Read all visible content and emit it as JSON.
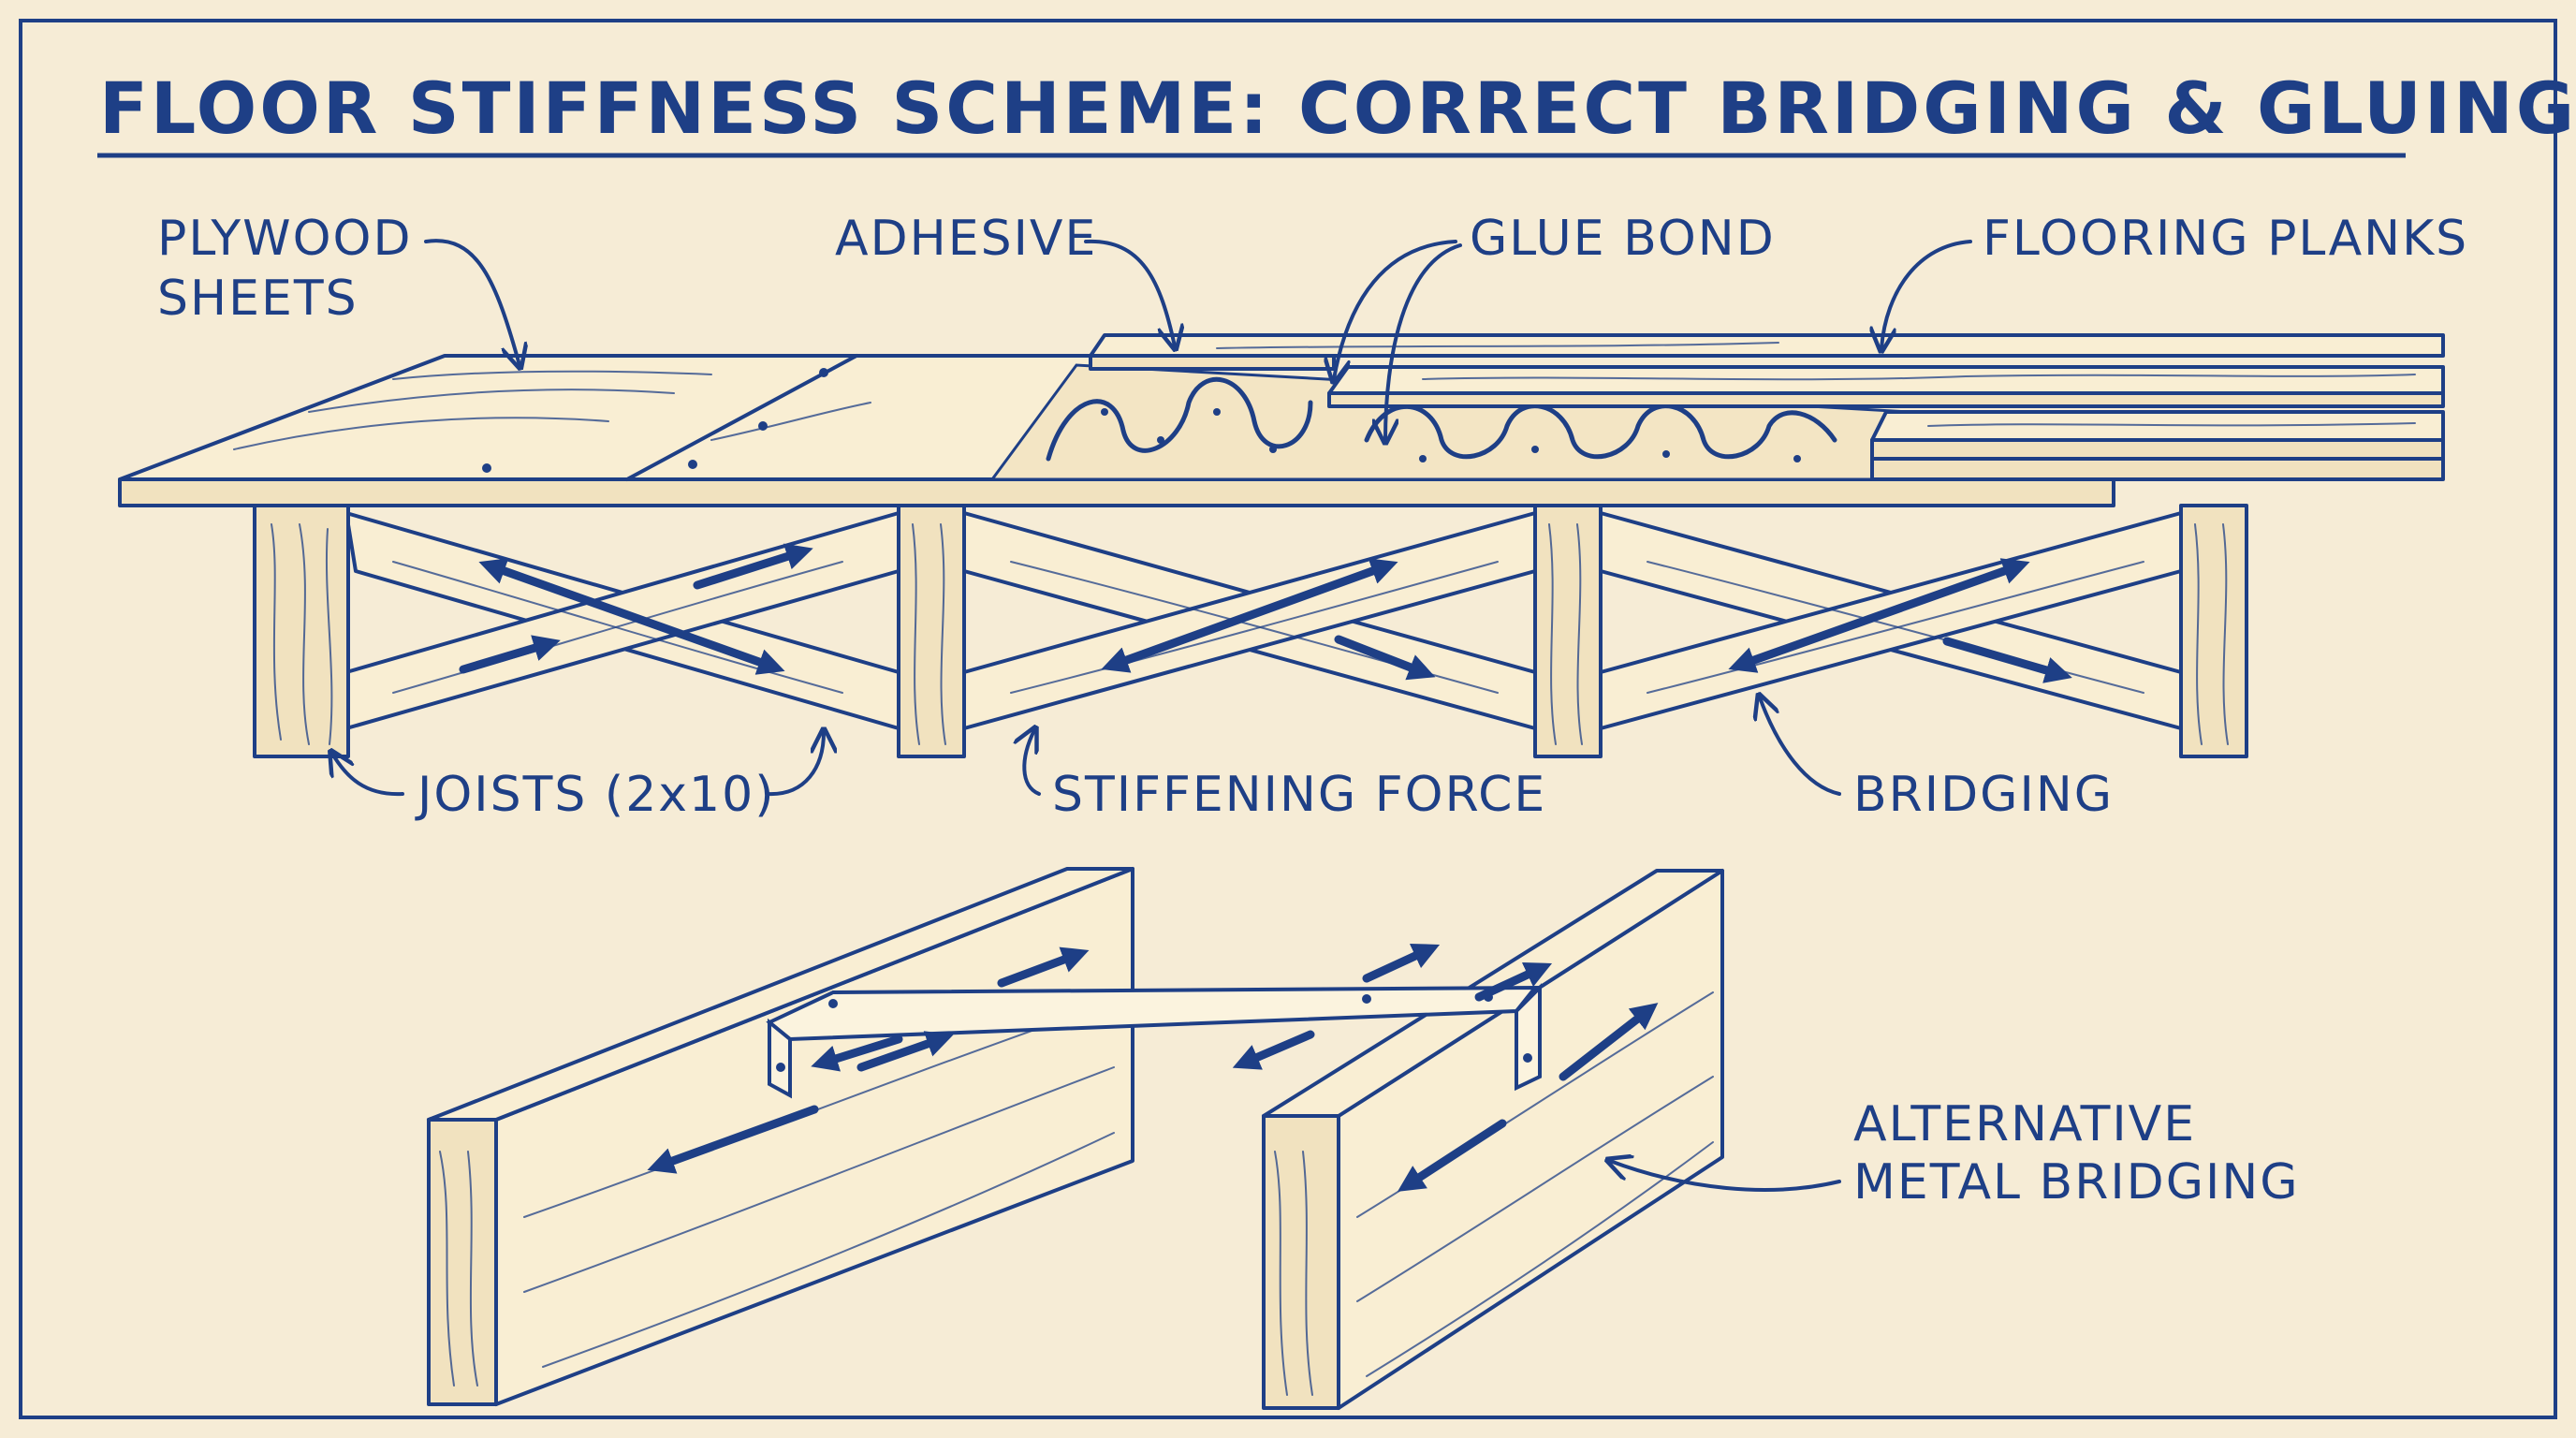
{
  "title": "FLOOR STIFFNESS SCHEME: CORRECT BRIDGING & GLUING",
  "labels": {
    "plywood_line1": "PLYWOOD",
    "plywood_line2": "SHEETS",
    "adhesive": "ADHESIVE",
    "glue_bond": "GLUE BOND",
    "flooring_planks": "FLOORING PLANKS",
    "joists": "JOISTS (2x10)",
    "stiffening_force": "STIFFENING FORCE",
    "bridging": "BRIDGING",
    "metal_line1": "ALTERNATIVE",
    "metal_line2": "METAL BRIDGING"
  },
  "colors": {
    "ink": "#1e3f86",
    "paper": "#f6ecd6",
    "wood": "#f9eed3"
  }
}
